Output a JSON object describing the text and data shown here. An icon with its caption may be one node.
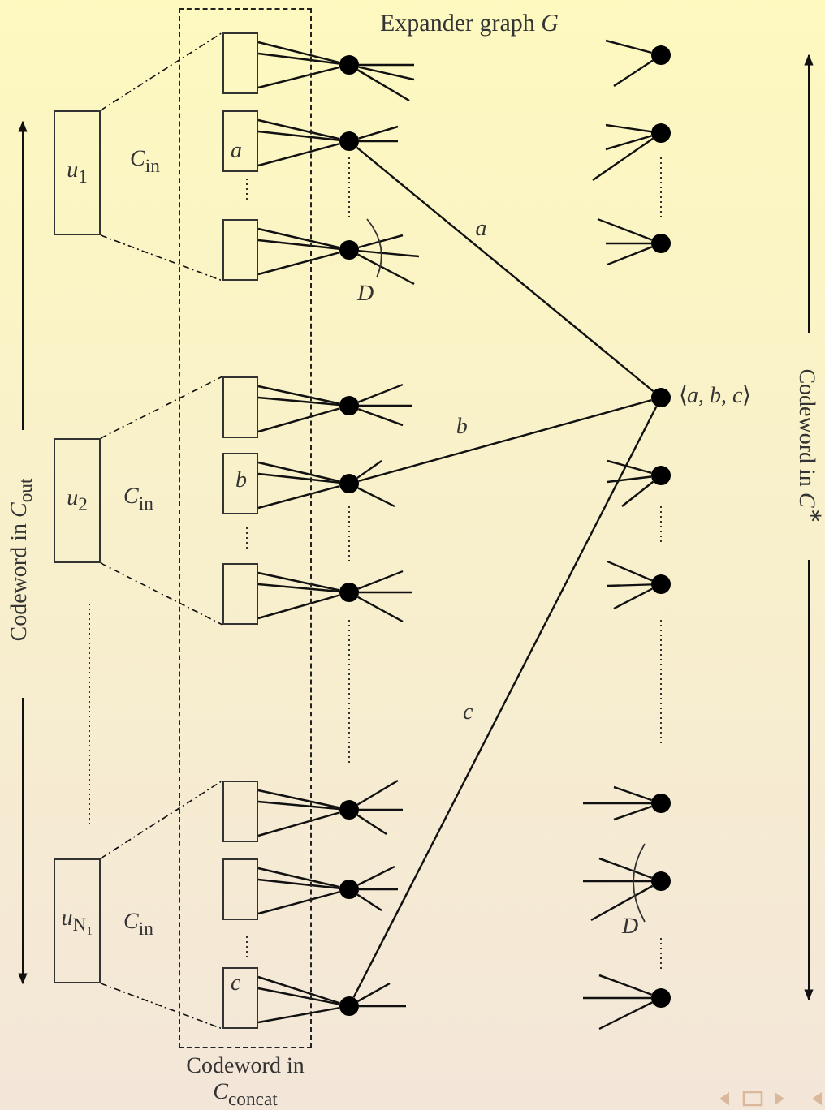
{
  "diagram": {
    "nodes": [
      {
        "text": [
          "Codeword in *C*$_{concat}$"
        ]
      },
      {
        "text": [],
        "shape": "box",
        "in": 0
      },
      {
        "text": [
          "a"
        ],
        "in": 0
      },
      {
        "text": [],
        "shape": "box",
        "in": 0
      },
      {
        "text": [],
        "shape": "box",
        "in": 0
      },
      {
        "text": [
          "b"
        ],
        "in": 0
      },
      {
        "text": [],
        "shape": "box",
        "in": 0
      },
      {
        "text": [],
        "shape": "box",
        "in": 0
      },
      {
        "text": [],
        "shape": "box",
        "in": 0
      },
      {
        "text": [
          "c"
        ],
        "in": 0
      },
      {
        "text": [
          "*u*$_{1}$"
        ]
      },
      {
        "text": [
          "*u*$_{2}$"
        ]
      },
      {
        "text": [
          "*u*$_{N₁}$"
        ]
      },
      {
        "text": [],
        "shape": "circle"
      },
      {
        "text": [],
        "shape": "circle"
      },
      {
        "text": [],
        "shape": "circle"
      },
      {
        "text": [],
        "shape": "circle"
      },
      {
        "text": [],
        "shape": "circle"
      },
      {
        "text": [],
        "shape": "circle"
      },
      {
        "text": [],
        "shape": "circle"
      },
      {
        "text": [],
        "shape": "circle"
      },
      {
        "text": [],
        "shape": "circle"
      },
      {
        "text": [],
        "shape": "circle"
      },
      {
        "text": [],
        "shape": "circle"
      },
      {
        "text": [],
        "shape": "circle"
      },
      {
        "text": [],
        "shape": "circle",
        "beside": [
          "⟨*a*, *b*, *c*⟩"
        ]
      },
      {
        "text": [],
        "shape": "circle"
      },
      {
        "text": [],
        "shape": "circle"
      },
      {
        "text": [],
        "shape": "circle"
      },
      {
        "text": [],
        "shape": "circle"
      },
      {
        "text": [],
        "shape": "circle"
      }
    ],
    "edges": [
      {
        "from": 10,
        "to": 1,
        "arrow": "none",
        "style": "dashed"
      },
      {
        "from": 10,
        "to": 3,
        "arrow": "none",
        "style": "dashed"
      },
      {
        "from": 11,
        "to": 4,
        "arrow": "none",
        "style": "dashed"
      },
      {
        "from": 11,
        "to": 6,
        "arrow": "none",
        "style": "dashed"
      },
      {
        "from": 12,
        "to": 7,
        "arrow": "none",
        "style": "dashed"
      },
      {
        "from": 12,
        "to": 9,
        "arrow": "none",
        "style": "dashed"
      },
      {
        "from": 1,
        "to": 13,
        "arrow": "none"
      },
      {
        "from": 1,
        "to": 13,
        "arrow": "none"
      },
      {
        "from": 1,
        "to": 13,
        "arrow": "none"
      },
      {
        "from": 2,
        "to": 14,
        "arrow": "none"
      },
      {
        "from": 2,
        "to": 14,
        "arrow": "none"
      },
      {
        "from": 2,
        "to": 14,
        "arrow": "none"
      },
      {
        "from": 3,
        "to": 15,
        "arrow": "none"
      },
      {
        "from": 3,
        "to": 15,
        "arrow": "none"
      },
      {
        "from": 3,
        "to": 15,
        "arrow": "none"
      },
      {
        "from": 4,
        "to": 16,
        "arrow": "none"
      },
      {
        "from": 4,
        "to": 16,
        "arrow": "none"
      },
      {
        "from": 4,
        "to": 16,
        "arrow": "none"
      },
      {
        "from": 5,
        "to": 17,
        "arrow": "none"
      },
      {
        "from": 5,
        "to": 17,
        "arrow": "none"
      },
      {
        "from": 5,
        "to": 17,
        "arrow": "none"
      },
      {
        "from": 6,
        "to": 18,
        "arrow": "none"
      },
      {
        "from": 6,
        "to": 18,
        "arrow": "none"
      },
      {
        "from": 6,
        "to": 18,
        "arrow": "none"
      },
      {
        "from": 7,
        "to": 19,
        "arrow": "none"
      },
      {
        "from": 7,
        "to": 19,
        "arrow": "none"
      },
      {
        "from": 7,
        "to": 19,
        "arrow": "none"
      },
      {
        "from": 8,
        "to": 20,
        "arrow": "none"
      },
      {
        "from": 8,
        "to": 20,
        "arrow": "none"
      },
      {
        "from": 8,
        "to": 20,
        "arrow": "none"
      },
      {
        "from": 9,
        "to": 21,
        "arrow": "none"
      },
      {
        "from": 9,
        "to": 21,
        "arrow": "none"
      },
      {
        "from": 9,
        "to": 21,
        "arrow": "none"
      },
      {
        "from": 14,
        "to": 25,
        "arrow": "none",
        "label": "a"
      },
      {
        "from": 17,
        "to": 25,
        "arrow": "none",
        "label": "b"
      },
      {
        "from": 21,
        "to": 25,
        "arrow": "none",
        "label": "c"
      },
      {
        "from": 13,
        "to": null,
        "arrow": "none"
      },
      {
        "from": 13,
        "to": null,
        "arrow": "none"
      },
      {
        "from": 13,
        "to": null,
        "arrow": "none"
      },
      {
        "from": 14,
        "to": null,
        "arrow": "none"
      },
      {
        "from": 14,
        "to": null,
        "arrow": "none"
      },
      {
        "from": 15,
        "to": null,
        "arrow": "none"
      },
      {
        "from": 15,
        "to": null,
        "arrow": "none"
      },
      {
        "from": 15,
        "to": null,
        "arrow": "none"
      },
      {
        "from": 16,
        "to": null,
        "arrow": "none"
      },
      {
        "from": 16,
        "to": null,
        "arrow": "none"
      },
      {
        "from": 16,
        "to": null,
        "arrow": "none"
      },
      {
        "from": 17,
        "to": null,
        "arrow": "none"
      },
      {
        "from": 17,
        "to": null,
        "arrow": "none"
      },
      {
        "from": 18,
        "to": null,
        "arrow": "none"
      },
      {
        "from": 18,
        "to": null,
        "arrow": "none"
      },
      {
        "from": 18,
        "to": null,
        "arrow": "none"
      },
      {
        "from": 19,
        "to": null,
        "arrow": "none"
      },
      {
        "from": 19,
        "to": null,
        "arrow": "none"
      },
      {
        "from": 19,
        "to": null,
        "arrow": "none"
      },
      {
        "from": 20,
        "to": null,
        "arrow": "none"
      },
      {
        "from": 20,
        "to": null,
        "arrow": "none"
      },
      {
        "from": 20,
        "to": null,
        "arrow": "none"
      },
      {
        "from": 21,
        "to": null,
        "arrow": "none"
      },
      {
        "from": 21,
        "to": null,
        "arrow": "none"
      },
      {
        "from": 22,
        "to": null,
        "arrow": "none"
      },
      {
        "from": 22,
        "to": null,
        "arrow": "none"
      },
      {
        "from": 23,
        "to": null,
        "arrow": "none"
      },
      {
        "from": 23,
        "to": null,
        "arrow": "none"
      },
      {
        "from": 23,
        "to": null,
        "arrow": "none"
      },
      {
        "from": 24,
        "to": null,
        "arrow": "none"
      },
      {
        "from": 24,
        "to": null,
        "arrow": "none"
      },
      {
        "from": 24,
        "to": null,
        "arrow": "none"
      },
      {
        "from": 26,
        "to": null,
        "arrow": "none"
      },
      {
        "from": 26,
        "to": null,
        "arrow": "none"
      },
      {
        "from": 26,
        "to": null,
        "arrow": "none"
      },
      {
        "from": 27,
        "to": null,
        "arrow": "none"
      },
      {
        "from": 27,
        "to": null,
        "arrow": "none"
      },
      {
        "from": 27,
        "to": null,
        "arrow": "none"
      },
      {
        "from": 28,
        "to": null,
        "arrow": "none"
      },
      {
        "from": 28,
        "to": null,
        "arrow": "none"
      },
      {
        "from": 28,
        "to": null,
        "arrow": "none"
      },
      {
        "from": 29,
        "to": null,
        "arrow": "none"
      },
      {
        "from": 29,
        "to": null,
        "arrow": "none"
      },
      {
        "from": 29,
        "to": null,
        "arrow": "none"
      },
      {
        "from": 30,
        "to": null,
        "arrow": "none"
      },
      {
        "from": 30,
        "to": null,
        "arrow": "none"
      },
      {
        "from": 30,
        "to": null,
        "arrow": "none"
      }
    ],
    "labels": [
      "Expander graph *G*",
      "*C*$_{in}$",
      "D",
      "*C*$_{in}$",
      "Codeword in *C*$_{out}$",
      "Codeword in *C*$^{∗}$",
      "*C*$_{in}$",
      "D"
    ]
  }
}
